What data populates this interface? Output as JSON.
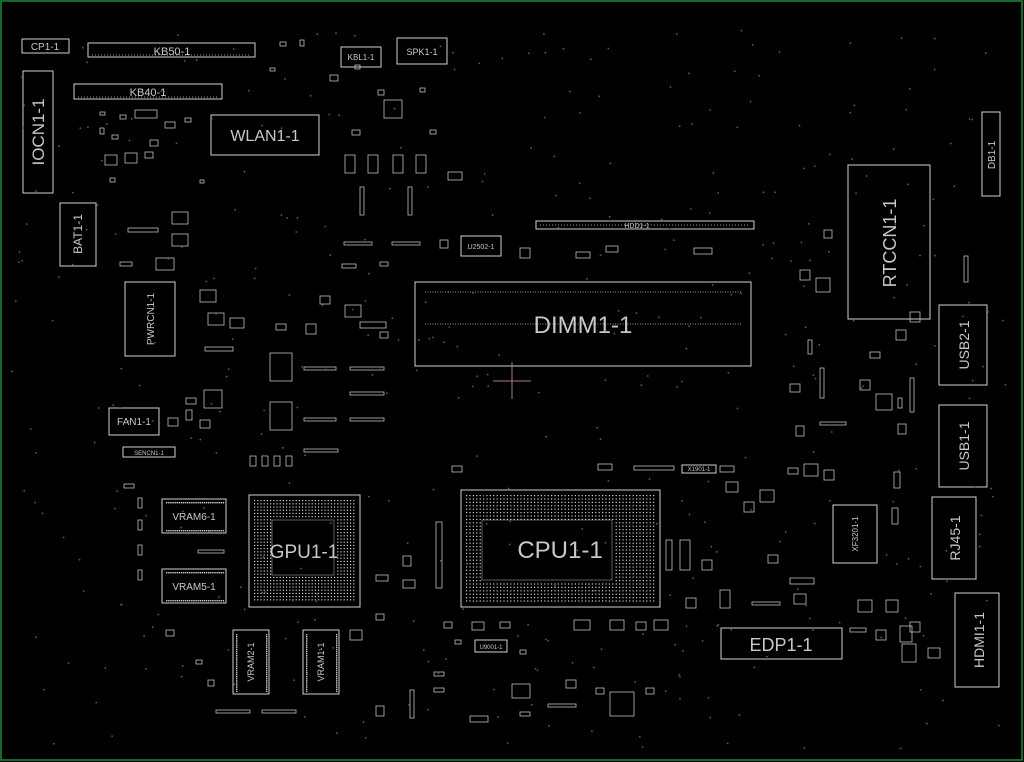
{
  "colors": {
    "background": "#000000",
    "board_edge": "#1e8a3c",
    "silkscreen": "#cfcfcf",
    "label": "#c8c8c8",
    "via": "#1f7d4a",
    "crosshair": "#b07a7a"
  },
  "components": {
    "cp1": "CP1-1",
    "kb50": "KB50-1",
    "kbl1": "KBL1-1",
    "spk1": "SPK1-1",
    "kb40": "KB40-1",
    "iocn1": "IOCN1-1",
    "wlan1": "WLAN1-1",
    "db1": "DB1-1",
    "bat1": "BAT1-1",
    "hdd1": "HDD1-1",
    "u2502": "U2502-1",
    "rtccn1": "RTCCN1-1",
    "pwrcn1": "PWRCN1-1",
    "dimm1": "DIMM1-1",
    "usb2": "USB2-1",
    "fan1": "FAN1-1",
    "sencn1": "SENCN1-1",
    "usb1": "USB1-1",
    "x1901": "X1901-1",
    "vram6": "VRAM6-1",
    "gpu1": "GPU1-1",
    "cpu1": "CPU1-1",
    "xf3201": "XF3201-1",
    "rj45": "RJ45-1",
    "vram5": "VRAM5-1",
    "edp1": "EDP1-1",
    "hdmi1": "HDMI1-1",
    "vram2": "VRAM2-1",
    "vram1": "VRAM1-1",
    "u9001": "U9001-1"
  }
}
